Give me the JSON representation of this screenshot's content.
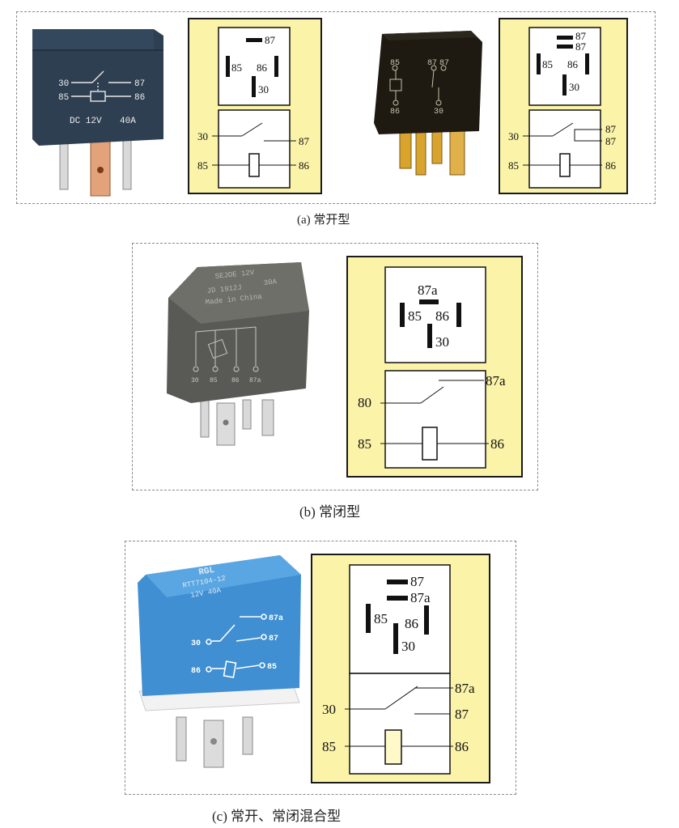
{
  "captions": {
    "a": "(a) 常开型",
    "b": "(b) 常闭型",
    "c": "(c) 常开、常闭混合型"
  },
  "section_a": {
    "relay1": {
      "terminals_top": [
        "30",
        "87"
      ],
      "terminals_bottom": [
        "85",
        "86"
      ],
      "rating_voltage": "DC 12V",
      "rating_current": "40A"
    },
    "panel1": {
      "pin_labels": [
        "87",
        "85",
        "86",
        "30"
      ],
      "circuit_labels": [
        "30",
        "87",
        "85",
        "86"
      ]
    },
    "relay2": {
      "terminals_top": [
        "85",
        "87",
        "87"
      ],
      "terminals_bottom": [
        "86",
        "30"
      ]
    },
    "panel2": {
      "pin_labels": [
        "87",
        "87",
        "85",
        "86",
        "30"
      ],
      "circuit_labels": [
        "30",
        "87",
        "87",
        "85",
        "86"
      ]
    }
  },
  "section_b": {
    "relay": {
      "line1": "SEJOE  12V",
      "line2": "30A",
      "line3": "JD  1912J",
      "line4": "Made in China",
      "terminals": [
        "30",
        "85",
        "86",
        "87a"
      ]
    },
    "panel": {
      "pin_labels": [
        "87a",
        "85",
        "86",
        "30"
      ],
      "circuit_labels": [
        "80",
        "87a",
        "85",
        "86"
      ]
    }
  },
  "section_c": {
    "relay": {
      "brand": "RGL",
      "model": "RTT7104-12",
      "rating": "12V  40A",
      "terminals": [
        "87a",
        "30",
        "87",
        "86",
        "85"
      ]
    },
    "panel": {
      "pin_labels": [
        "87",
        "87a",
        "85",
        "86",
        "30"
      ],
      "circuit_labels": [
        "87a",
        "30",
        "87",
        "85",
        "86"
      ]
    }
  },
  "colors": {
    "panel_fill": "#fbf3a8",
    "relay_dark_blue": "#2e3f52",
    "relay_black": "#1e1a12",
    "relay_grey": "#595a55",
    "relay_light_blue": "#3f8fd2"
  }
}
